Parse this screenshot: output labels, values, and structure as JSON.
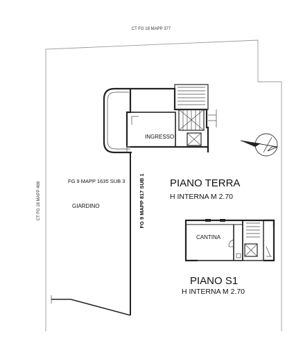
{
  "labels": {
    "parcel_top": "CT FG 18 MAPP 377",
    "parcel_left": "CT FG 18 MAPP 468",
    "parcel_sub3": "FG 9 MAPP 1635 SUB 3",
    "parcel_sub1": "FG 9 MAPP 817 SUB 1",
    "garden": "GIARDINO",
    "entrance": "INGRESSO",
    "cellar": "CANTINA"
  },
  "floors": [
    {
      "name": "PIANO TERRA",
      "height": "H INTERNA  M 2.70"
    },
    {
      "name": "PIANO S1",
      "height": "H INTERNA  M 2.70"
    }
  ],
  "icons": {
    "north_arrow": "compass-north-arrow-icon"
  }
}
